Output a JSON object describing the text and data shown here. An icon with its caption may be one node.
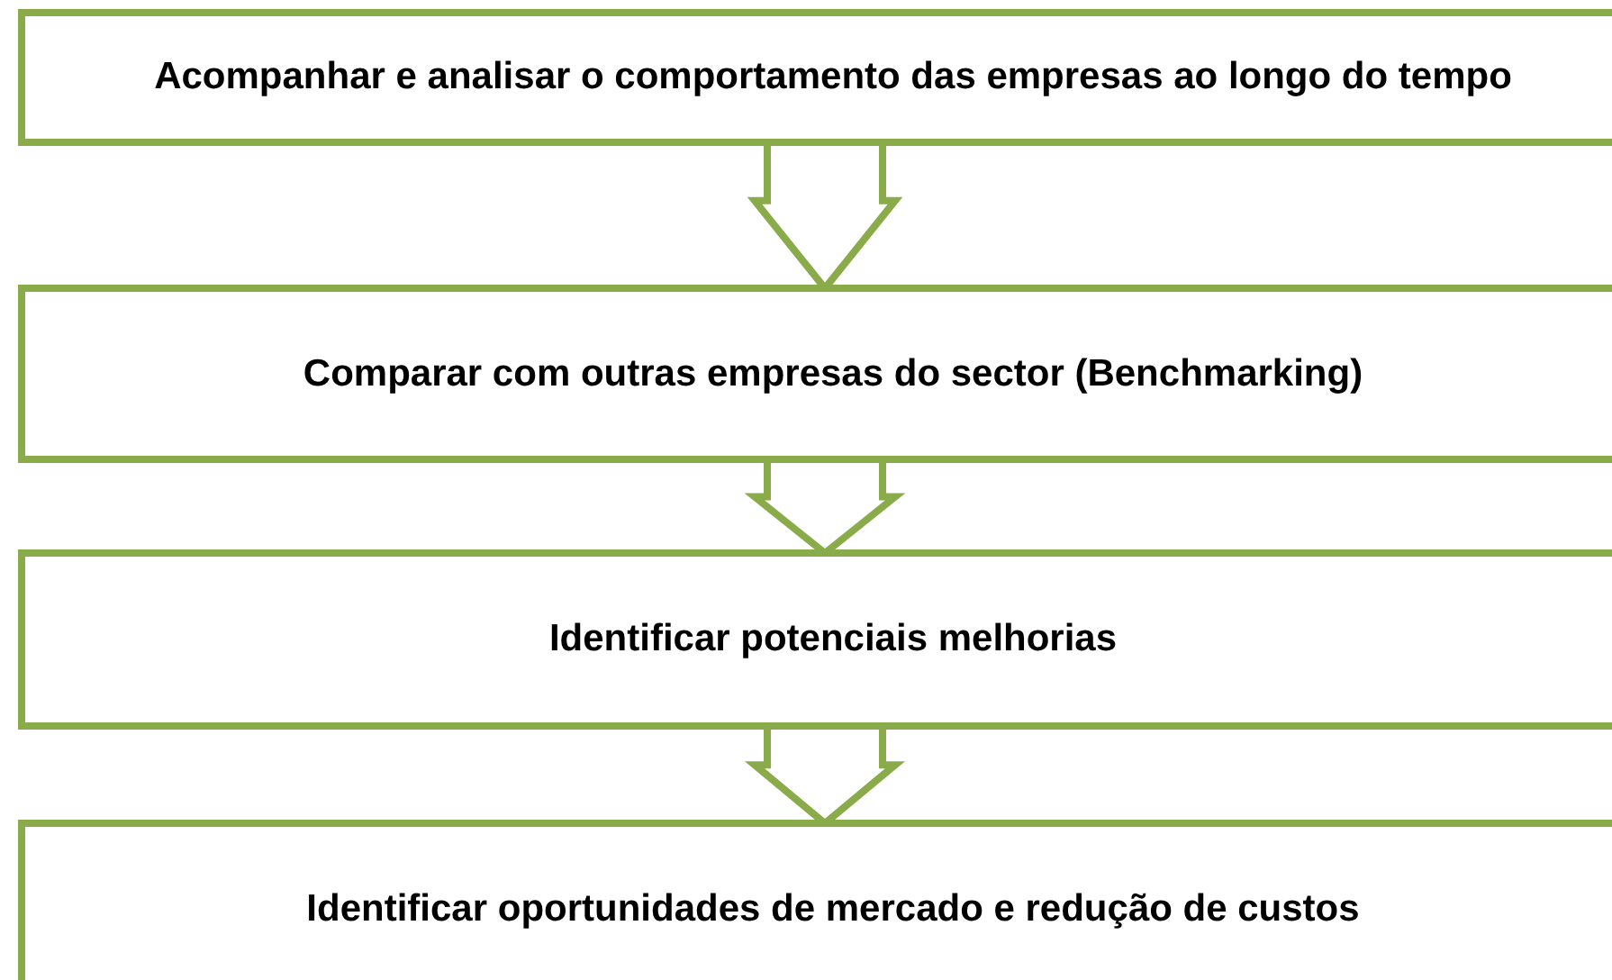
{
  "diagram": {
    "nodes": [
      {
        "text": [
          "Acompanhar e analisar o comportamento das empresas ao longo do tempo"
        ]
      },
      {
        "text": [
          "Comparar com outras empresas do sector (Benchmarking)"
        ]
      },
      {
        "text": [
          "Identificar potenciais melhorias"
        ]
      },
      {
        "text": [
          "Identificar oportunidades de mercado e redução de custos"
        ]
      }
    ],
    "edges": [
      {
        "from": 0,
        "to": 1,
        "arrow": "to"
      },
      {
        "from": 1,
        "to": 2,
        "arrow": "to"
      },
      {
        "from": 2,
        "to": 3,
        "arrow": "to"
      }
    ]
  }
}
